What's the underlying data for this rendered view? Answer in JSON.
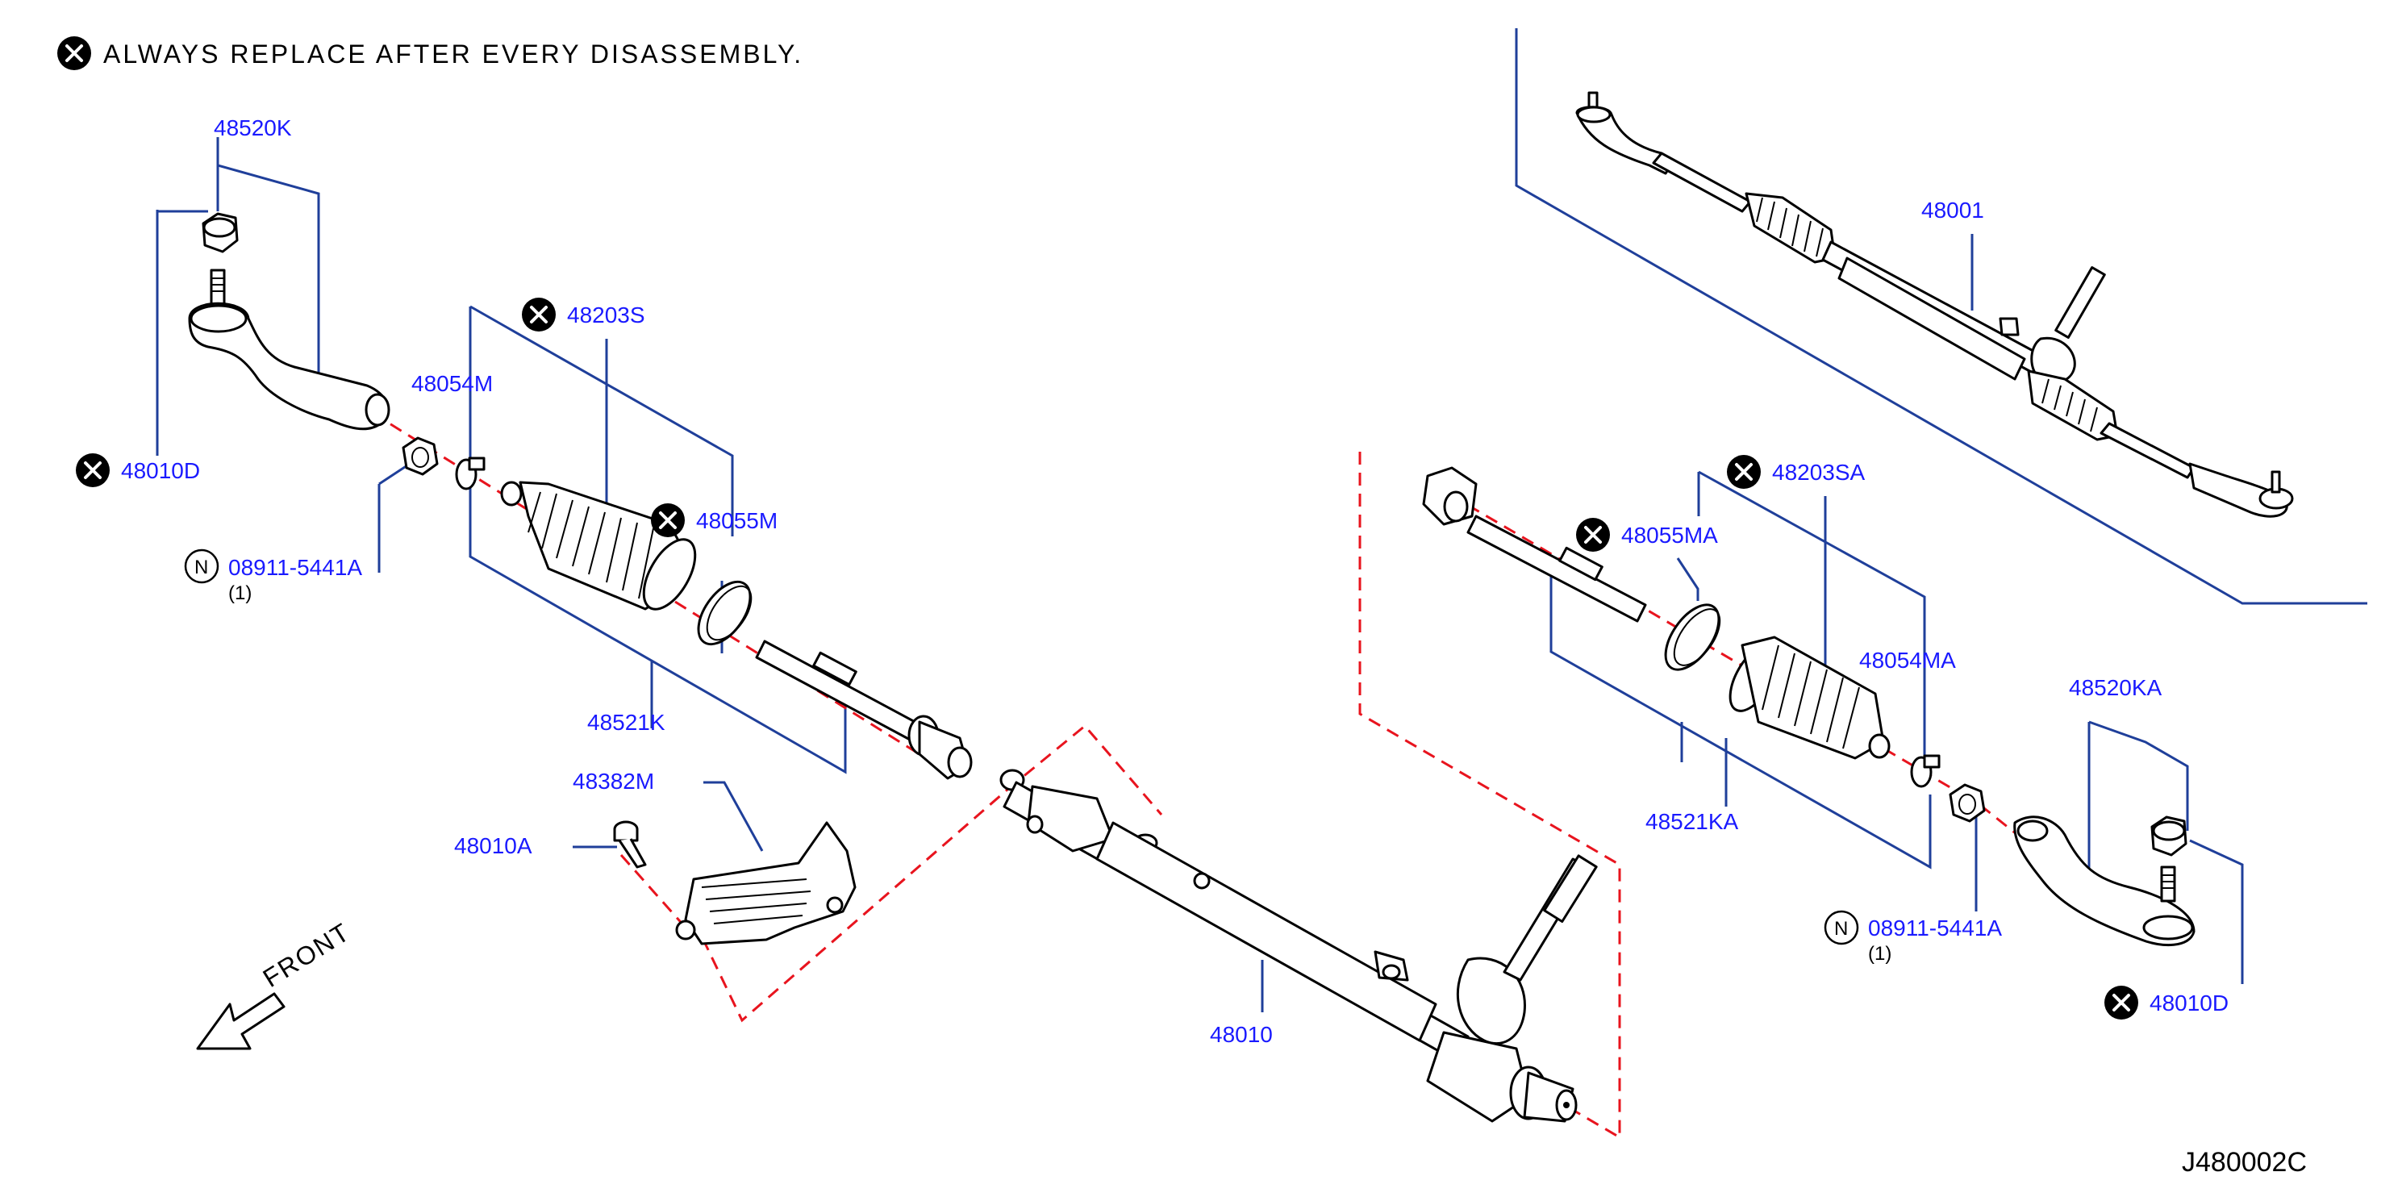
{
  "note": {
    "text": "ALWAYS REPLACE AFTER EVERY DISASSEMBLY.",
    "icon": "x-circle-icon"
  },
  "parts": {
    "p48520K": "48520K",
    "p48010D_left": "48010D",
    "p08911_left": "08911-5441A",
    "p08911_left_qty": "(1)",
    "p48054M": "48054M",
    "p48203S": "48203S",
    "p48055M": "48055M",
    "p48521K": "48521K",
    "p48382M": "48382M",
    "p48010A": "48010A",
    "p48010": "48010",
    "p48001": "48001",
    "p48203SA": "48203SA",
    "p48055MA": "48055MA",
    "p48054MA": "48054MA",
    "p48521KA": "48521KA",
    "p48520KA": "48520KA",
    "p08911_right": "08911-5441A",
    "p08911_right_qty": "(1)",
    "p48010D_right": "48010D"
  },
  "symbols": {
    "n_badge": "N"
  },
  "front": "FRONT",
  "diagram_code": "J480002C",
  "colors": {
    "part_number": "#1a1aff",
    "leader_line": "#1f3f9a",
    "dashed_boundary": "#e8141e",
    "line_art": "#000000"
  }
}
